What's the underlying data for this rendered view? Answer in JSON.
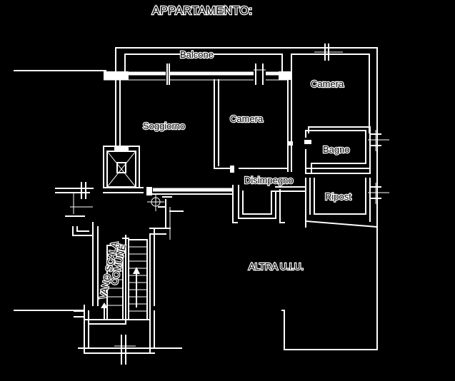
{
  "title": "APPARTAMENTO:",
  "colors": {
    "background": "#000000",
    "lines": "#ffffff"
  },
  "rooms": {
    "balcone": "Balcone",
    "camera_1": "Camera",
    "camera_2": "Camera",
    "soggiorno": "Soggiorno",
    "bagno": "Bagno",
    "disimpegno": "Disimpegno",
    "ripost": "Ripost",
    "altra_uiu": "ALTRA U.I.U.",
    "vano_scala_line1": "VANO SCALA",
    "vano_scala_line2": "COMUNE"
  }
}
